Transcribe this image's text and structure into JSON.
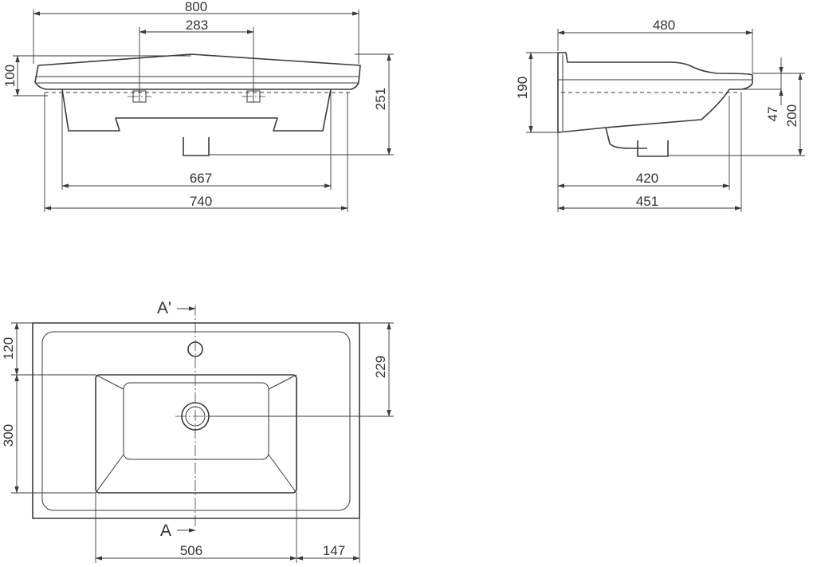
{
  "front_view": {
    "width_overall": "800",
    "tap_spacing": "283",
    "height_rim": "100",
    "height_total": "251",
    "inner_width": "667",
    "cabinet_width": "740"
  },
  "side_view": {
    "depth_overall": "480",
    "height_back": "190",
    "rim_height": "47",
    "height_front": "200",
    "inner_depth": "420",
    "cabinet_depth": "451"
  },
  "top_view": {
    "section_upper": "A'",
    "section_lower": "A",
    "tap_offset": "120",
    "bowl_depth": "300",
    "drain_offset": "229",
    "bowl_width": "506",
    "side_margin": "147"
  }
}
